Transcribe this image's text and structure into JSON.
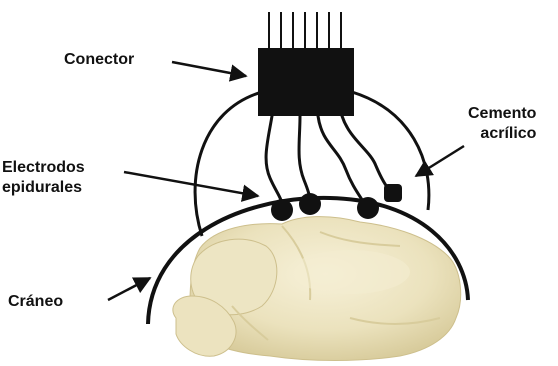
{
  "labels": {
    "connector": "Conector",
    "cement_line1": "Cemento",
    "cement_line2": "acrílico",
    "electrodes_line1": "Electrodos",
    "electrodes_line2": "epidurales",
    "skull": "Cráneo"
  },
  "colors": {
    "ink": "#111111",
    "brain": "#e9e0b8",
    "brain_shadow": "#cfc291",
    "brain_highlight": "#f6f0d6"
  }
}
